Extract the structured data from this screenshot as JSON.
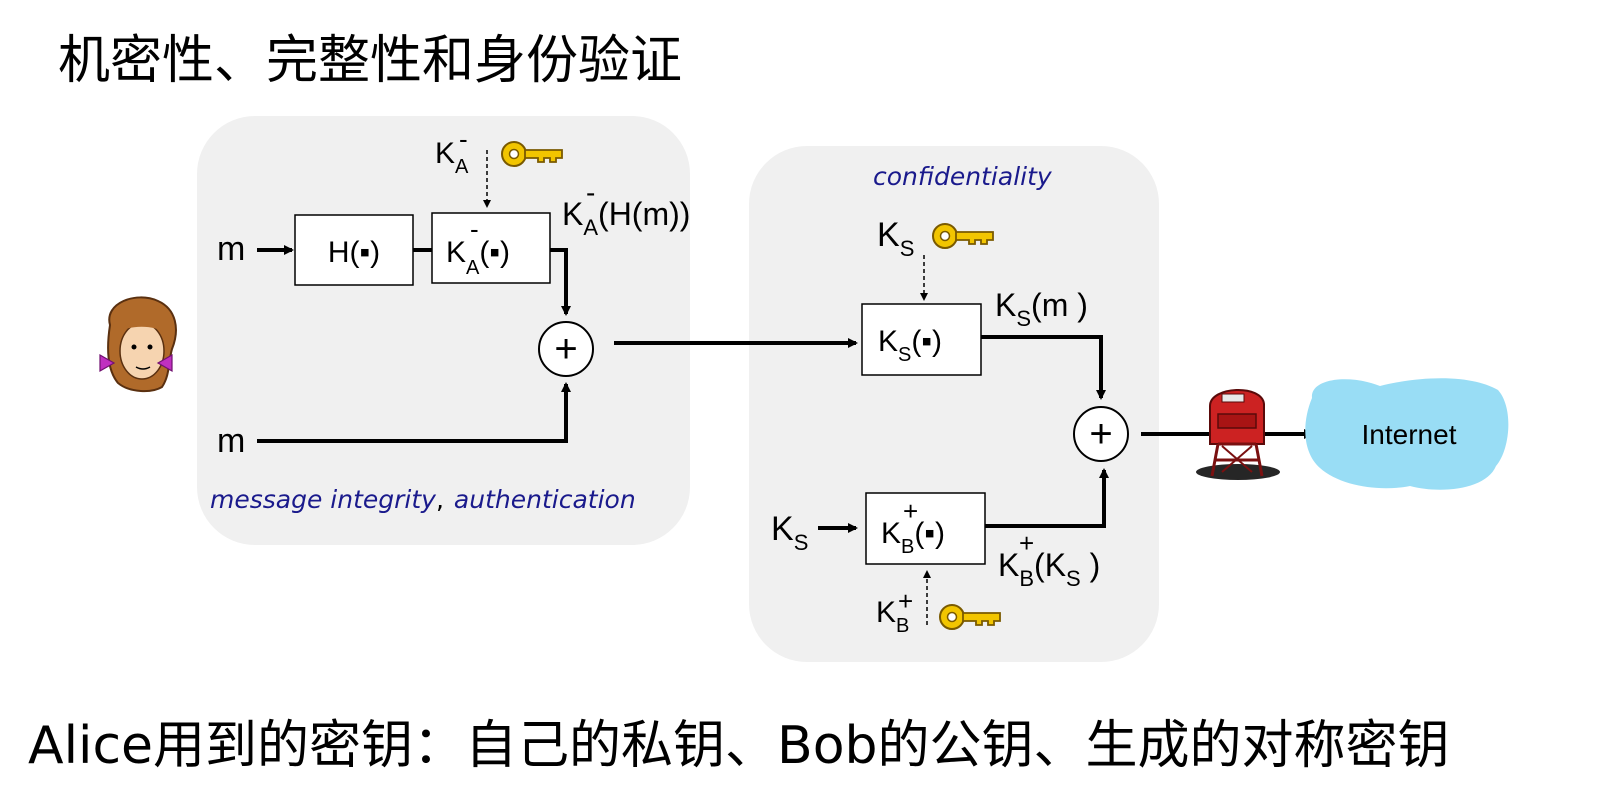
{
  "title": "机密性、完整性和身份验证",
  "footer": "Alice用到的密钥：自己的私钥、Bob的公钥、生成的对称密钥",
  "left_panel": {
    "caption_part1": "message integrity",
    "caption_sep": ",",
    "caption_part2": "authentication",
    "m_top": "m",
    "m_bottom": "m",
    "hash_box": "H(▪)",
    "priv_key": {
      "base": "K",
      "sup": "-",
      "sub": "A"
    },
    "sign_box": {
      "base": "K",
      "sup": "-",
      "sub": "A",
      "arg": "(▪)"
    },
    "signed_output": {
      "base": "K",
      "sup": "-",
      "sub": "A",
      "arg": "(H(m))"
    },
    "plus": "+"
  },
  "right_panel": {
    "caption": "confidentiality",
    "sym_key": {
      "base": "K",
      "sub": "S"
    },
    "sym_box": {
      "base": "K",
      "sub": "S",
      "arg": "(▪)"
    },
    "sym_output": {
      "base": "K",
      "sub": "S",
      "arg": "(m )"
    },
    "ks_input": {
      "base": "K",
      "sub": "S"
    },
    "pub_box": {
      "base": "K",
      "sup": "+",
      "sub": "B",
      "arg": "(▪)"
    },
    "pub_output": {
      "base": "K",
      "sup": "+",
      "sub": "B",
      "arg_open": "(K",
      "arg_sub": "S",
      "arg_close": " )"
    },
    "pub_key": {
      "base": "K",
      "sup": "+",
      "sub": "B"
    },
    "plus": "+"
  },
  "internet_label": "Internet",
  "colors": {
    "panel": "#f0f0f0",
    "cloud": "#99ddf5",
    "caption": "#1a1a8c",
    "key": "#f2c500",
    "mailbox": "#cc2222"
  },
  "icons": [
    "alice-icon",
    "key-icon",
    "mailbox-icon",
    "cloud-icon"
  ]
}
